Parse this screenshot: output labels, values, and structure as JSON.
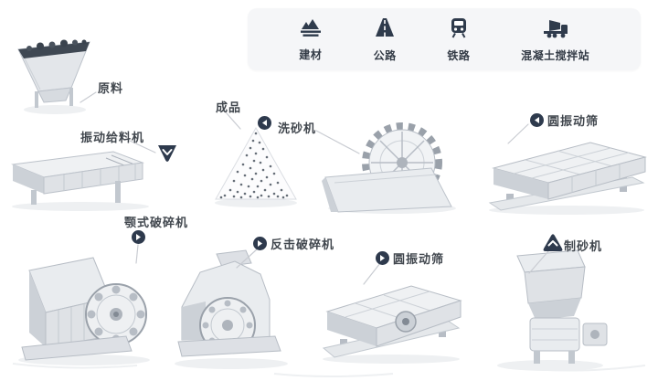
{
  "legend": {
    "items": [
      {
        "label": "建材",
        "icon": "aggregate-pile-icon"
      },
      {
        "label": "公路",
        "icon": "highway-icon"
      },
      {
        "label": "铁路",
        "icon": "train-icon"
      },
      {
        "label": "混凝土搅拌站",
        "icon": "mixer-truck-icon"
      }
    ]
  },
  "machines": [
    {
      "id": "raw-material",
      "label": "原料"
    },
    {
      "id": "vibrating-feeder",
      "label": "振动给料机",
      "badge": {
        "shape": "triangle-down",
        "icon": "chevron-down-icon",
        "color": "#2e3a4d"
      }
    },
    {
      "id": "finished-product",
      "label": "成品"
    },
    {
      "id": "sand-washer",
      "label": "洗砂机",
      "badge": {
        "shape": "circle",
        "icon": "arrow-left-icon",
        "color": "#2e3a4d"
      }
    },
    {
      "id": "circular-vibrating-screen-top",
      "label": "圆振动筛",
      "badge": {
        "shape": "circle",
        "icon": "arrow-left-icon",
        "color": "#2e3a4d"
      }
    },
    {
      "id": "jaw-crusher",
      "label": "颚式破碎机",
      "badge": {
        "shape": "circle",
        "icon": "arrow-right-icon",
        "color": "#2e3a4d"
      }
    },
    {
      "id": "impact-crusher",
      "label": "反击破碎机",
      "badge": {
        "shape": "circle",
        "icon": "arrow-right-icon",
        "color": "#2e3a4d"
      }
    },
    {
      "id": "circular-vibrating-screen-bottom",
      "label": "圆振动筛",
      "badge": {
        "shape": "circle",
        "icon": "arrow-right-icon",
        "color": "#2e3a4d"
      }
    },
    {
      "id": "sand-maker",
      "label": "制砂机",
      "badge": {
        "shape": "triangle-up",
        "icon": "chevron-up-icon",
        "color": "#2e3a4d"
      }
    }
  ],
  "colors": {
    "badge": "#2e3a4d",
    "legend_background": "#f5f6f8",
    "legend_text": "#333b46",
    "label_text": "#41474e",
    "leader_line": "#c9ccd2",
    "machine_light": "#eff1f3",
    "machine_mid": "#dfe2e6",
    "machine_dark": "#ccd1d7",
    "rock_dark": "#3f4853"
  }
}
